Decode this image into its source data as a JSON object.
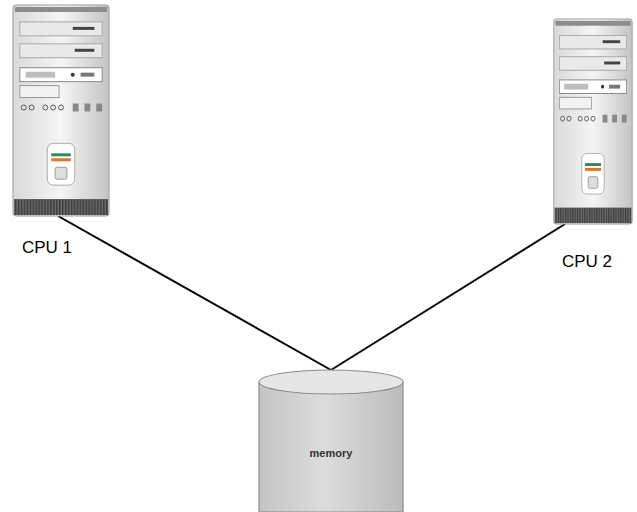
{
  "diagram": {
    "nodes": [
      {
        "text": [
          "CPU 1"
        ]
      },
      {
        "text": [
          "CPU 2"
        ]
      },
      {
        "text": [
          "memory"
        ]
      }
    ],
    "edges": [
      {
        "from": 0,
        "to": 2,
        "arrow": "none"
      },
      {
        "from": 1,
        "to": 2,
        "arrow": "none"
      }
    ]
  }
}
